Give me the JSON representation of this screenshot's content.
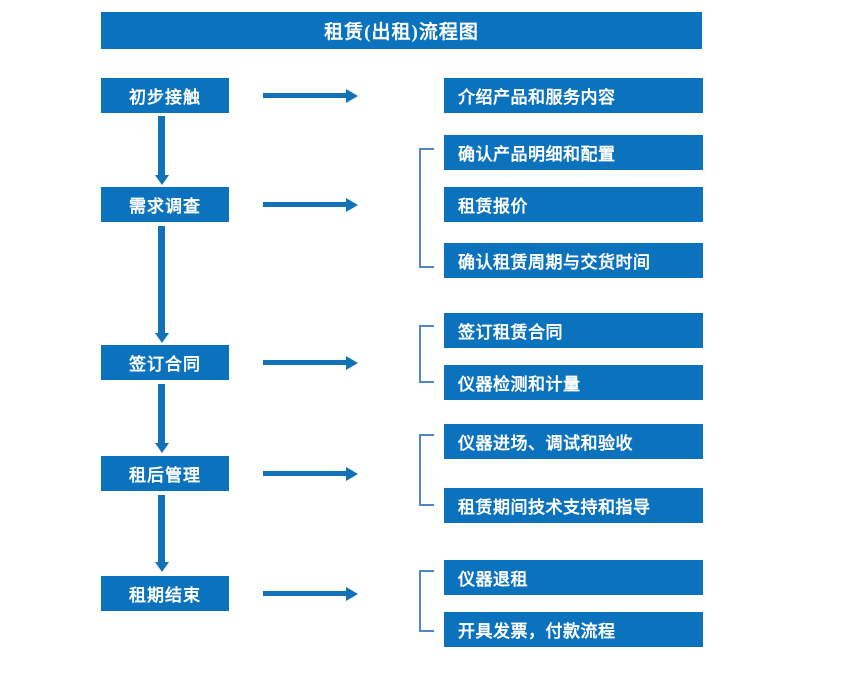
{
  "title": "租赁(出租)流程图",
  "colors": {
    "box_blue": "#0b72bd",
    "arrow_blue": "#1272b8",
    "bracket_blue": "#4e86c6",
    "text_white": "#ffffff",
    "background": "#ffffff"
  },
  "stages": [
    {
      "label": "初步接触"
    },
    {
      "label": "需求调查"
    },
    {
      "label": "签订合同"
    },
    {
      "label": "租后管理"
    },
    {
      "label": "租期结束"
    }
  ],
  "details": [
    {
      "label": "介绍产品和服务内容"
    },
    {
      "label": "确认产品明细和配置"
    },
    {
      "label": "租赁报价"
    },
    {
      "label": "确认租赁周期与交货时间"
    },
    {
      "label": "签订租赁合同"
    },
    {
      "label": "仪器检测和计量"
    },
    {
      "label": "仪器进场、调试和验收"
    },
    {
      "label": "租赁期间技术支持和指导"
    },
    {
      "label": "仪器退租"
    },
    {
      "label": "开具发票，付款流程"
    }
  ]
}
